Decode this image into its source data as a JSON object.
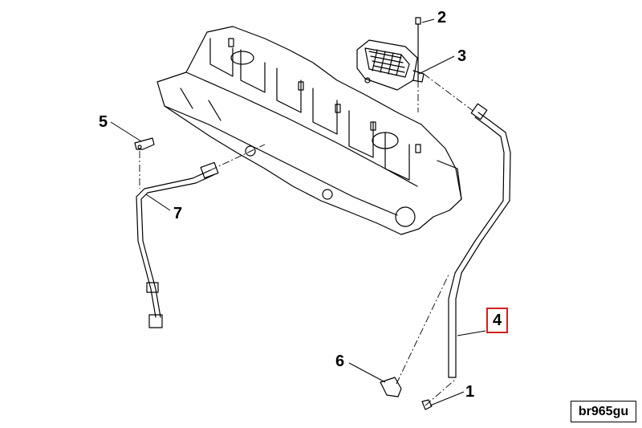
{
  "callouts": [
    {
      "id": "1",
      "label": "1"
    },
    {
      "id": "2",
      "label": "2"
    },
    {
      "id": "3",
      "label": "3"
    },
    {
      "id": "4",
      "label": "4",
      "highlighted": true
    },
    {
      "id": "5",
      "label": "5"
    },
    {
      "id": "6",
      "label": "6"
    },
    {
      "id": "7",
      "label": "7"
    }
  ],
  "drawing_code": "br965gu",
  "colors": {
    "line": "#000000",
    "highlight": "#d0201f",
    "background": "#ffffff"
  }
}
